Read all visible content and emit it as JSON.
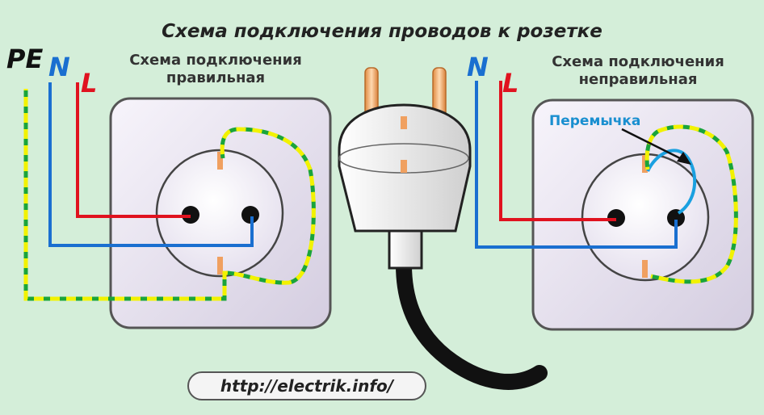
{
  "title": "Схема подключения проводов к розетке",
  "left_caption_line1": "Схема подключения",
  "left_caption_line2": "правильная",
  "right_caption_line1": "Схема подключения",
  "right_caption_line2": "неправильная",
  "labels": {
    "pe": "PE",
    "n_left": "N",
    "l_left": "L",
    "n_right": "N",
    "l_right": "L"
  },
  "jumper_label": "Перемычка",
  "url": "http://electrik.info/",
  "colors": {
    "phase": "#e0121f",
    "neutral": "#1a6fd0",
    "earth_green": "#1aa43a",
    "earth_yellow": "#f2f200",
    "jumper": "#1aa0e0",
    "background": "#d4eed9"
  }
}
